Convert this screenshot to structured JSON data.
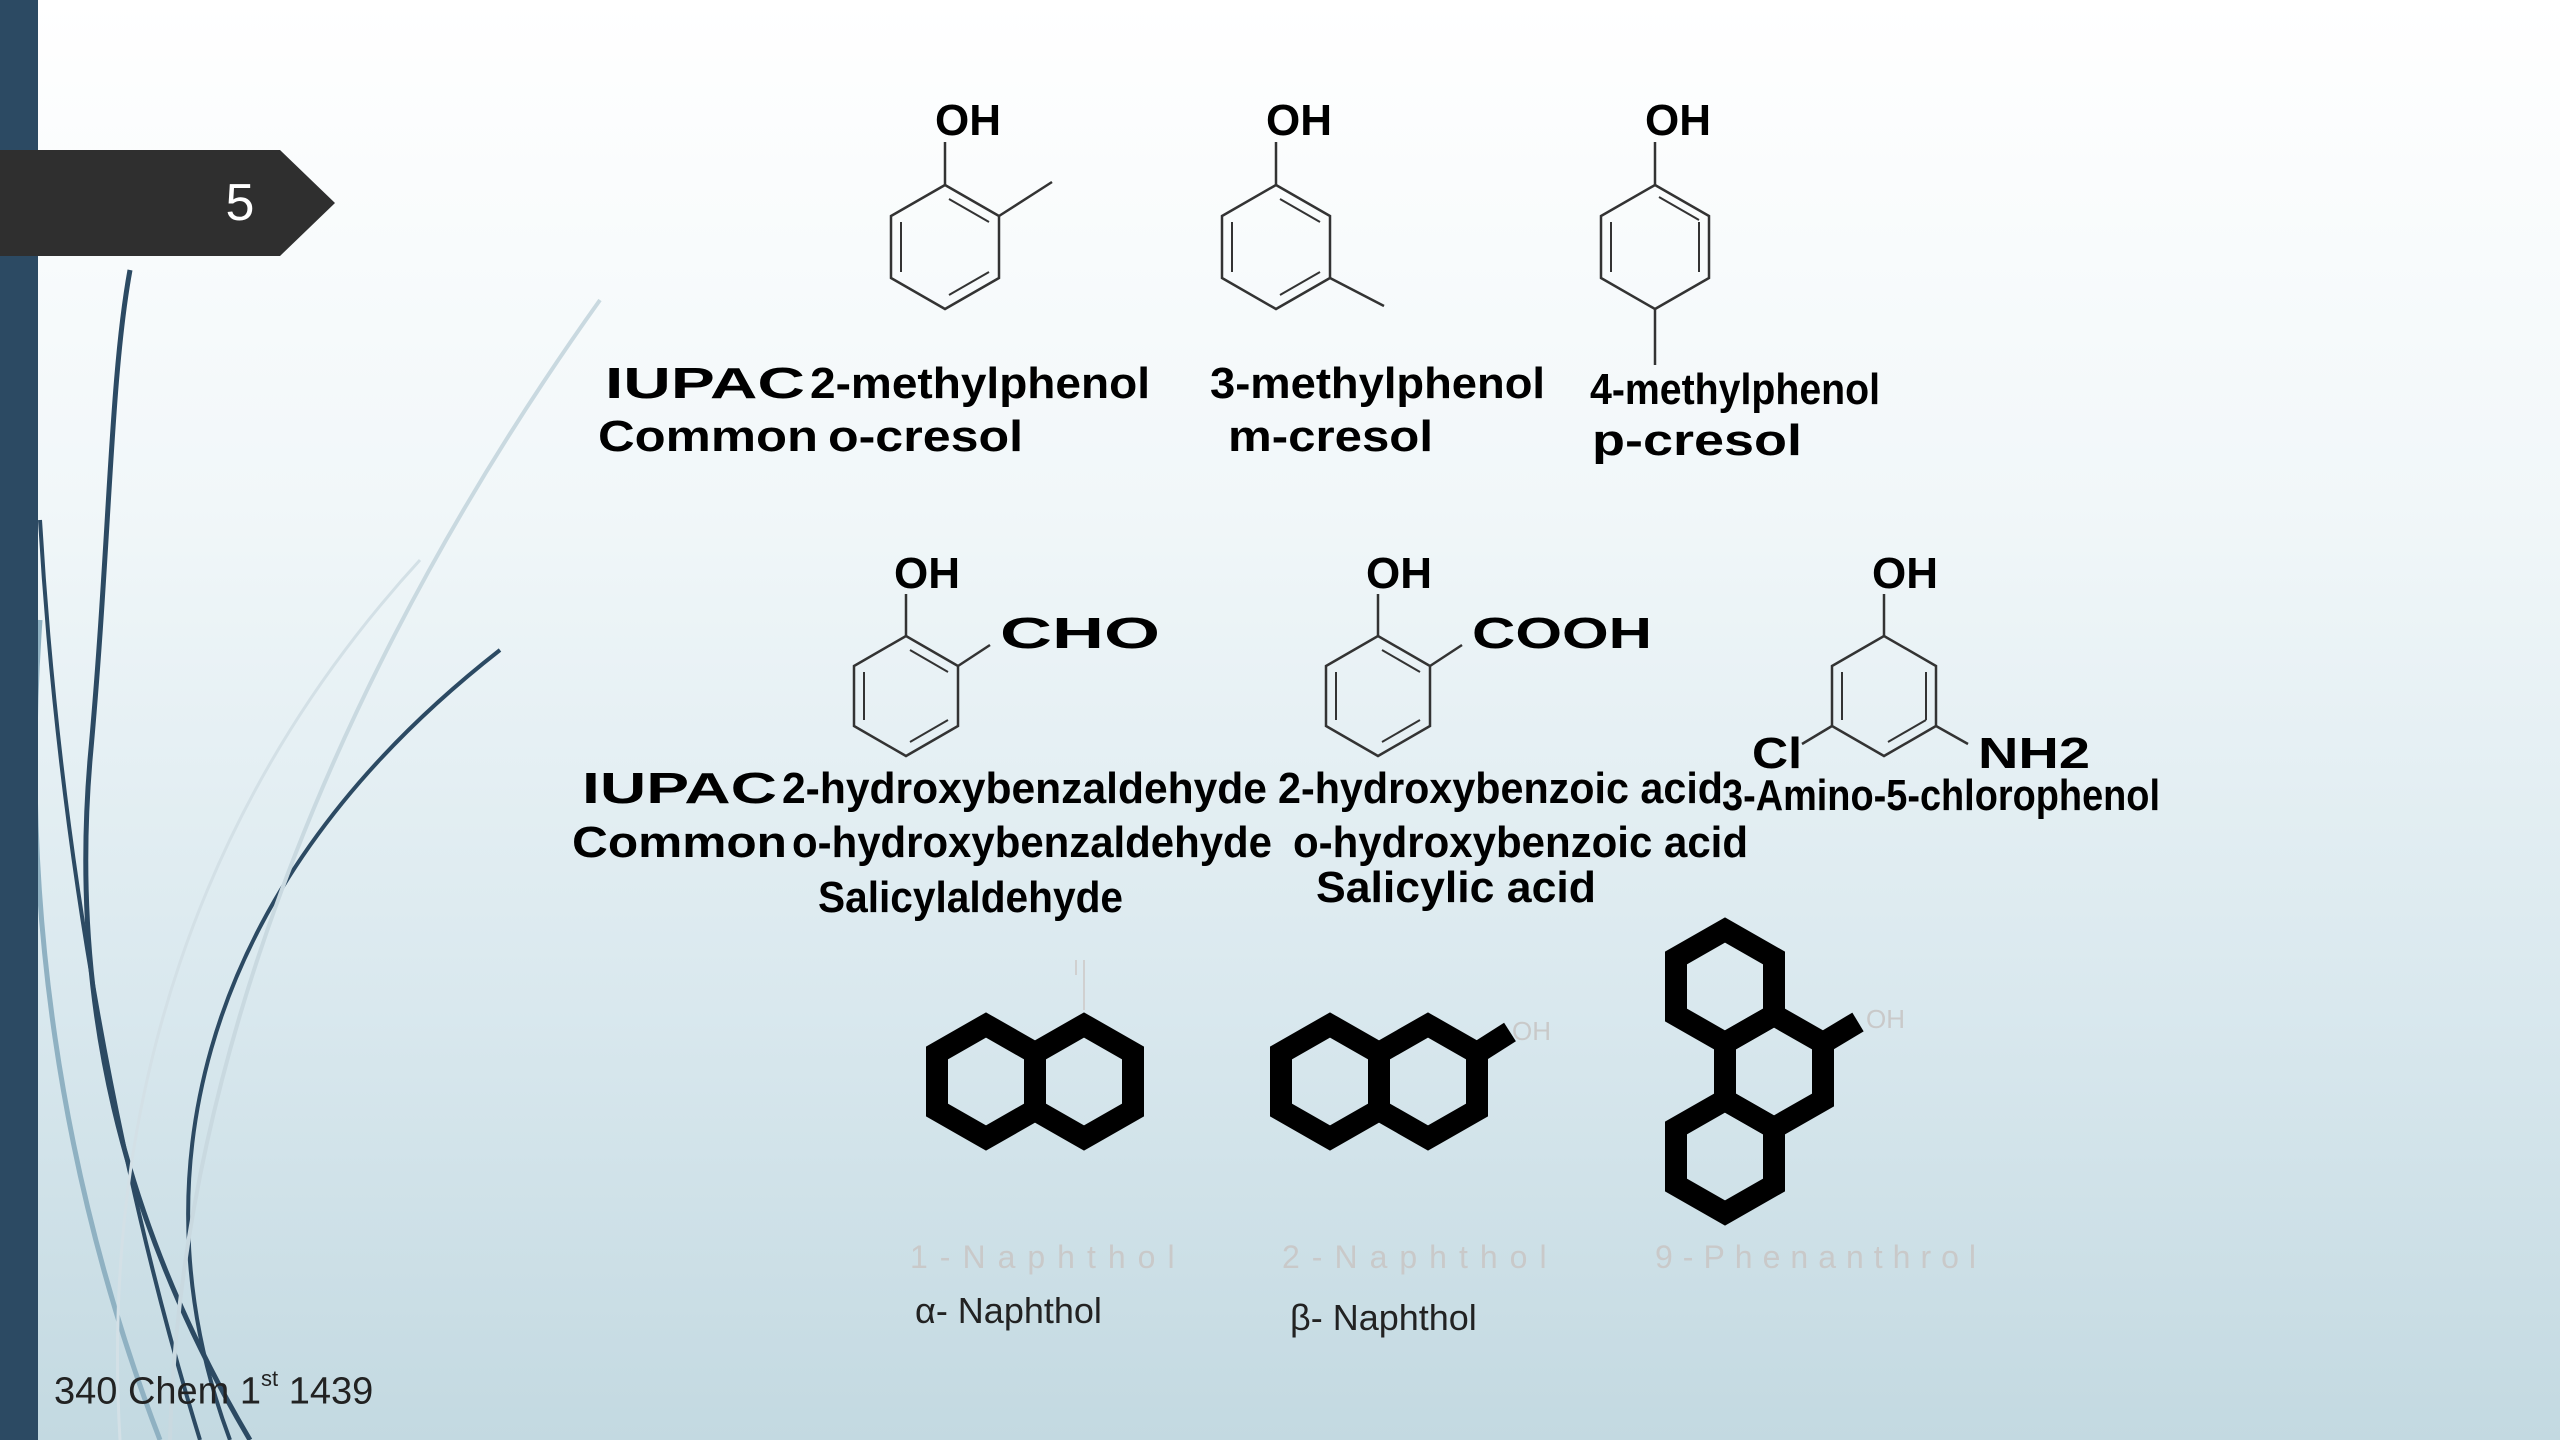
{
  "slide": {
    "number": "5"
  },
  "footer": {
    "course": "340 Chem",
    "sup": "st",
    "year": "1439",
    "term": "1"
  },
  "row1": {
    "compounds": [
      {
        "oh": "OH",
        "iupac": "2-methylphenol",
        "common": "o-cresol"
      },
      {
        "oh": "OH",
        "iupac": "3-methylphenol",
        "common": "m-cresol"
      },
      {
        "oh": "OH",
        "iupac": "4-methylphenol",
        "common": "p-cresol"
      }
    ],
    "labels": {
      "iupac": "IUPAC",
      "common": "Common"
    }
  },
  "row2": {
    "compounds": [
      {
        "oh": "OH",
        "sub": "CHO",
        "iupac": "2-hydroxybenzaldehyde",
        "common": "o-hydroxybenzaldehyde",
        "trivial": "Salicylaldehyde"
      },
      {
        "oh": "OH",
        "sub": "COOH",
        "iupac": "2-hydroxybenzoic acid",
        "common": "o-hydroxybenzoic acid",
        "trivial": "Salicylic acid"
      },
      {
        "oh": "OH",
        "sub_left": "Cl",
        "sub_right": "NH2",
        "iupac": "3-Amino-5-chlorophenol"
      }
    ],
    "labels": {
      "iupac": "IUPAC",
      "common": "Common"
    }
  },
  "row3": {
    "names": [
      {
        "faint": "1-Naphthol",
        "greek": "α- Naphthol"
      },
      {
        "faint": "2-Naphthol",
        "greek": "β- Naphthol"
      },
      {
        "faint": "9-Phenanthrol"
      }
    ],
    "faint_labels": [
      "OH",
      "OH",
      "OH"
    ]
  },
  "colors": {
    "bar": "#2c4a63",
    "badge": "#2f2f2f",
    "swoosh": "#2c4a63",
    "swoosh_light": "#b9cdd6"
  }
}
